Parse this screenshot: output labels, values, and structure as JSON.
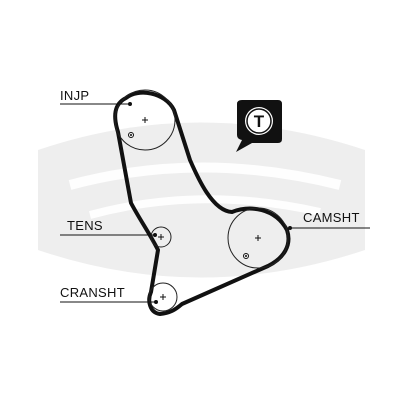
{
  "labels": {
    "injection_pump": "INJP",
    "tensioner": "TENS",
    "camshaft": "CAMSHT",
    "crankshaft": "CRANSHT"
  },
  "tool_badge": {
    "letter": "T"
  },
  "colors": {
    "belt": "#111111",
    "watermark": "#e9e9e9",
    "badge_bg": "#111111",
    "badge_fg": "#ffffff"
  },
  "icons": [
    "gates-watermark-logo",
    "tool-badge-icon"
  ]
}
